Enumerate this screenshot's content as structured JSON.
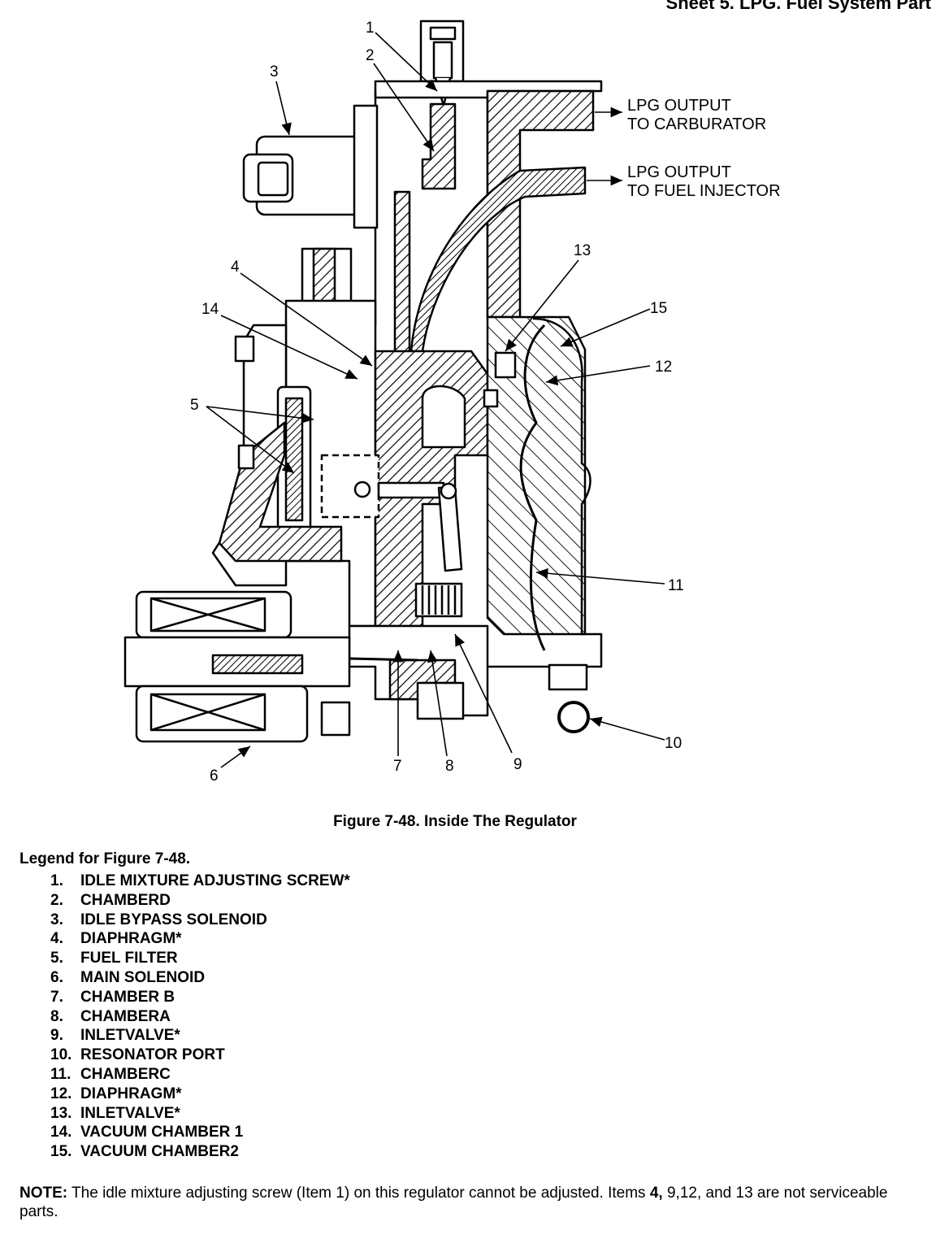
{
  "header": {
    "title": "Sheet 5. LPG. Fuel System Part"
  },
  "diagram": {
    "callouts": [
      "1",
      "2",
      "3",
      "4",
      "5",
      "6",
      "7",
      "8",
      "9",
      "10",
      "11",
      "12",
      "13",
      "14",
      "15"
    ],
    "outputs": {
      "carburator_line1": "LPG OUTPUT",
      "carburator_line2": "TO CARBURATOR",
      "injector_line1": "LPG OUTPUT",
      "injector_line2": "TO FUEL INJECTOR"
    }
  },
  "caption": "Figure 7-48. Inside The Regulator",
  "legend": {
    "title": "Legend for Figure 7-48.",
    "items": [
      {
        "num": "1.",
        "label": "IDLE MIXTURE ADJUSTING SCREW*"
      },
      {
        "num": "2.",
        "label": "CHAMBERD"
      },
      {
        "num": "3.",
        "label": "IDLE BYPASS SOLENOID"
      },
      {
        "num": "4.",
        "label": "DIAPHRAGM*"
      },
      {
        "num": "5.",
        "label": "FUEL FILTER"
      },
      {
        "num": "6.",
        "label": "MAIN SOLENOID"
      },
      {
        "num": "7.",
        "label": "CHAMBER B"
      },
      {
        "num": "8.",
        "label": "CHAMBERA"
      },
      {
        "num": "9.",
        "label": "INLETVALVE*"
      },
      {
        "num": "10.",
        "label": "RESONATOR PORT"
      },
      {
        "num": "11.",
        "label": "CHAMBERC"
      },
      {
        "num": "12.",
        "label": "DIAPHRAGM*"
      },
      {
        "num": "13.",
        "label": "INLETVALVE*"
      },
      {
        "num": "14.",
        "label": "VACUUM CHAMBER 1"
      },
      {
        "num": "15.",
        "label": "VACUUM CHAMBER2"
      }
    ]
  },
  "note": {
    "label": "NOTE:",
    "text1": " The idle mixture adjusting screw (Item 1) on this regulator cannot be adjusted. Items ",
    "bold_item": "4,",
    "text2": " 9,12, and 13 are not serviceable parts."
  }
}
